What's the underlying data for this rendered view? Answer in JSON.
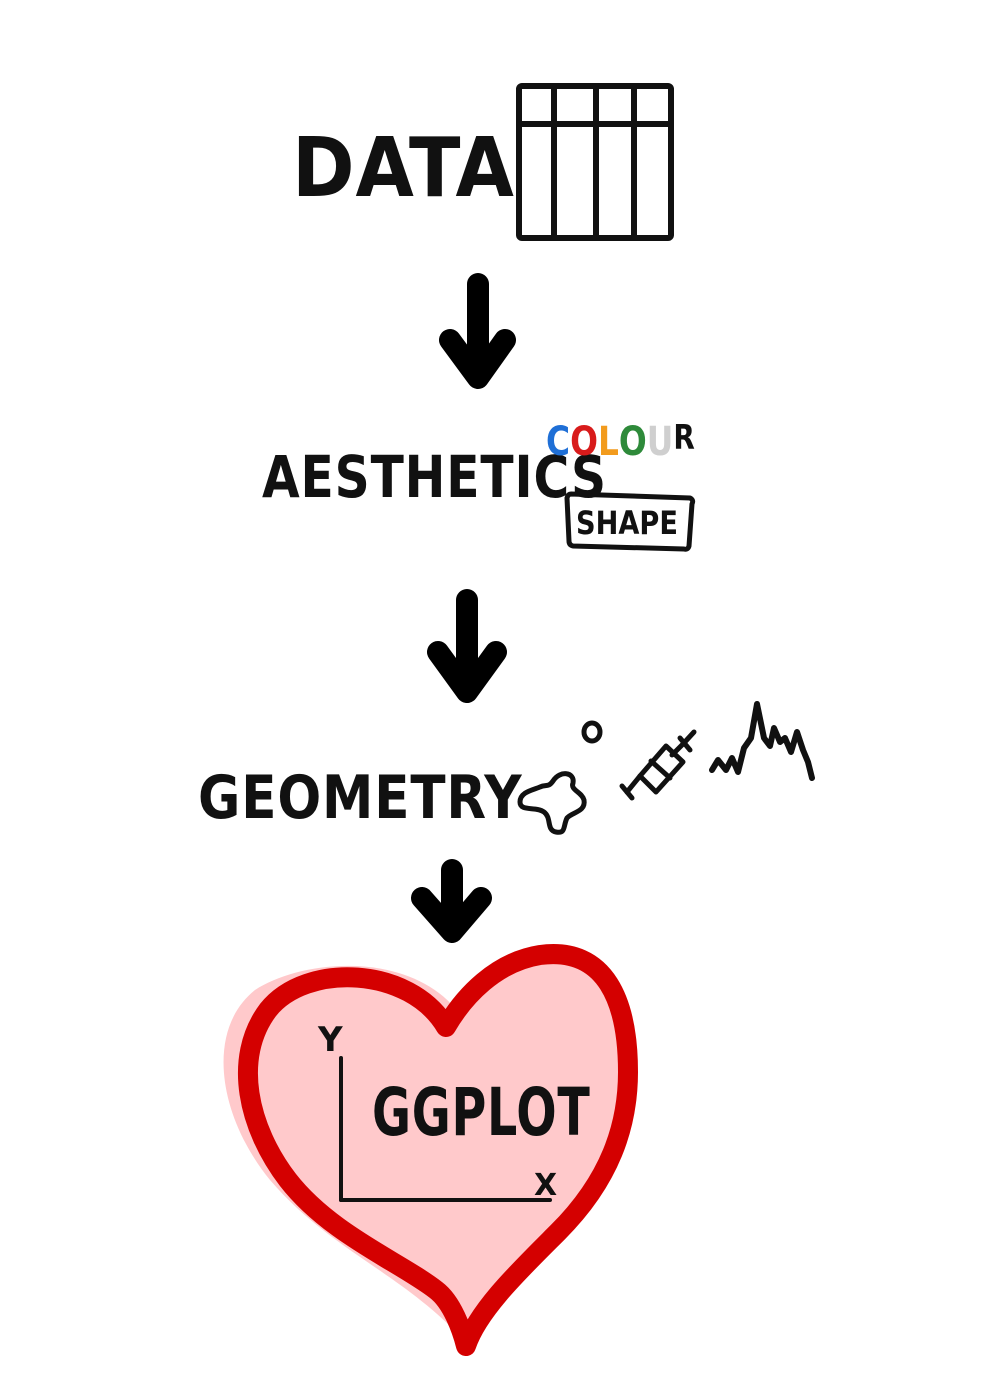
{
  "steps": {
    "data": "DATA",
    "aesthetics": "AESTHETICS",
    "geometry": "GEOMETRY",
    "result": "GGPLOT"
  },
  "aesthetic_examples": {
    "colour_letters": [
      {
        "char": "C",
        "color": "#1f6fd6"
      },
      {
        "char": "O",
        "color": "#d81b1b"
      },
      {
        "char": "L",
        "color": "#f29b1d"
      },
      {
        "char": "O",
        "color": "#2e8a3a"
      },
      {
        "char": "U",
        "color": "#cfcfcf"
      },
      {
        "char": "R",
        "color": "#111111"
      }
    ],
    "shape": "SHAPE"
  },
  "plot_axes": {
    "y": "Y",
    "x": "X"
  },
  "colors": {
    "ink": "#111111",
    "heart_fill": "#ffc9cb",
    "heart_outline": "#d40000"
  }
}
